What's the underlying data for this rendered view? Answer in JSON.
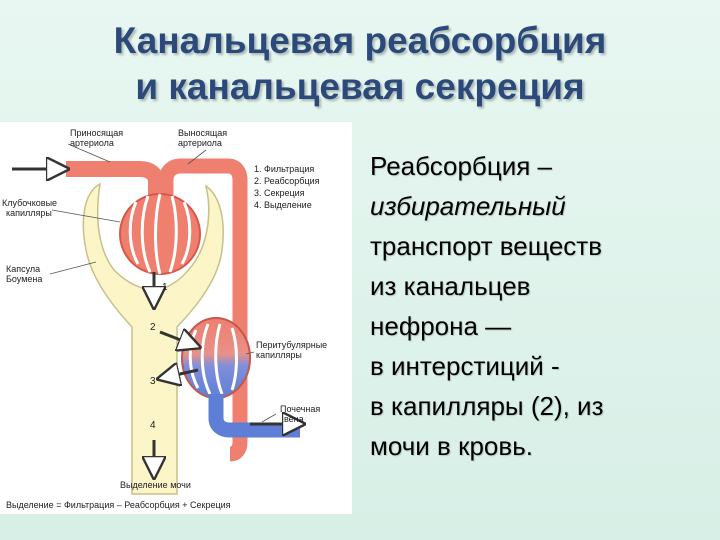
{
  "title": {
    "line1": "Канальцевая реабсорбция",
    "line2": "и канальцевая секреция"
  },
  "figure": {
    "labels": {
      "afferent_line1": "Приносящая",
      "afferent_line2": "артериола",
      "efferent_line1": "Выносящая",
      "efferent_line2": "артериола",
      "glomerular_line1": "Клубочковые",
      "glomerular_line2": "капилляры",
      "capsule_line1": "Капсула",
      "capsule_line2": "Боумена",
      "peritubular_line1": "Перитубулярные",
      "peritubular_line2": "капилляры",
      "vein_line1": "Почечная",
      "vein_line2": "вена",
      "urine": "Выделение мочи",
      "formula": "Выделение = Фильтрация – Реабсорбция + Секреция"
    },
    "legend": [
      "1. Фильтрация",
      "2. Реабсорбция",
      "3. Секреция",
      "4. Выделение"
    ],
    "step_numbers": [
      "1",
      "2",
      "3",
      "4"
    ],
    "colors": {
      "arterial": "#ef7f6f",
      "arterial_stroke": "#d9564a",
      "venous": "#5f7fd6",
      "venous_stroke": "#3d5fb8",
      "tubule": "#fbf5c8",
      "tubule_stroke": "#c8c08a"
    }
  },
  "text": {
    "line1": "Реабсорбция –",
    "line2": "избирательный",
    "line3": "транспорт веществ",
    "line4": "из канальцев",
    "line5": "нефрона —",
    "line6": "в интерстиций -",
    "line7": "в капилляры (2), из",
    "line8": "мочи в кровь."
  }
}
